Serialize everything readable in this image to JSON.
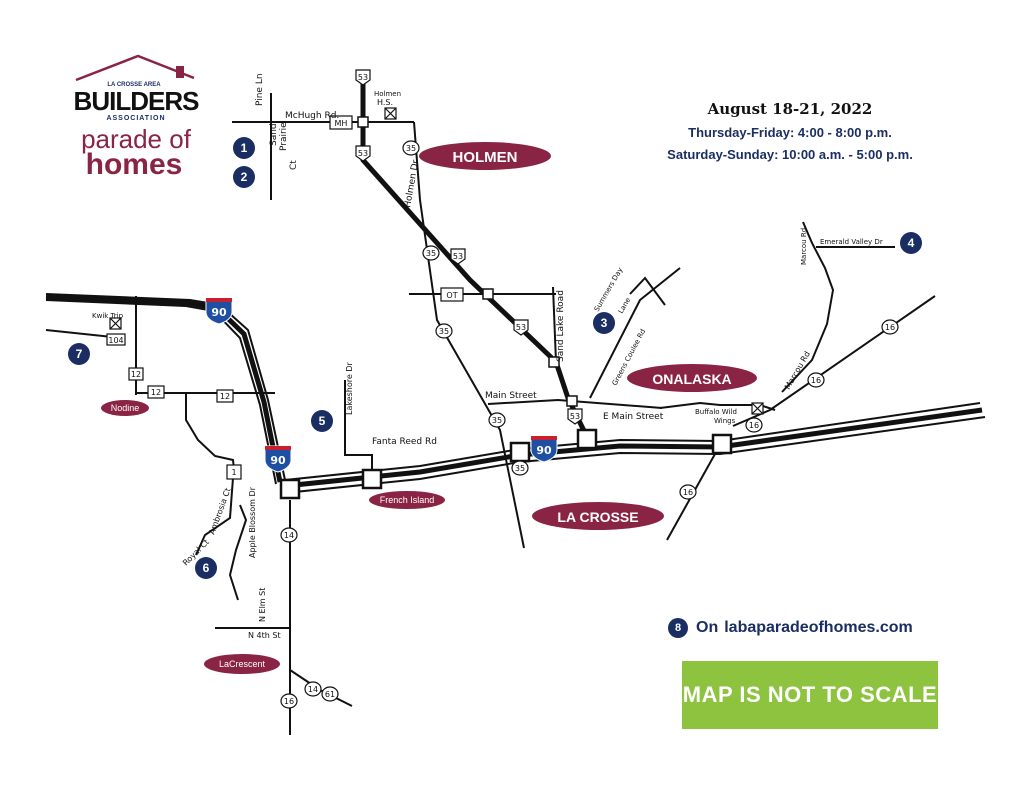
{
  "logo": {
    "top_line": "LA CROSSE AREA",
    "builders": "BUILDERS",
    "association": "ASSOCIATION",
    "parade_of": "parade of",
    "homes": "homes"
  },
  "event": {
    "dates": "August 18-21, 2022",
    "weekday_hours": "Thursday-Friday: 4:00 - 8:00 p.m.",
    "weekend_hours": "Saturday-Sunday: 10:00 a.m. - 5:00 p.m."
  },
  "online": {
    "number": "8",
    "on": "On",
    "url": "labaparadeofhomes.com"
  },
  "scale_note": "MAP IS NOT TO SCALE",
  "cities": {
    "holmen": "HOLMEN",
    "onalaska": "ONALASKA",
    "la_crosse": "LA CROSSE",
    "nodine": "Nodine",
    "french_island": "French Island",
    "lacrescent": "LaCrescent"
  },
  "streets": {
    "pine_ln": "Pine Ln",
    "mchugh": "McHugh Rd.",
    "sand_prairie_1": "Sand",
    "sand_prairie_2": "Prairie",
    "sand_prairie_3": "Ct",
    "holmen_hs_1": "Holmen",
    "holmen_hs_2": "H.S.",
    "holmen_dr": "Holmen Dr",
    "sand_lake": "Sand Lake Road",
    "main_street": "Main Street",
    "e_main_street": "E Main Street",
    "summers_day_1": "Summers Day",
    "summers_day_2": "Lane",
    "greens_coulee": "Greens Coulee Rd",
    "marcou_rd": "Marcou Rd",
    "marcou_rd_2": "Marcou Rd",
    "emerald_valley": "Emerald Valley Dr",
    "buffalo_1": "Buffalo Wild",
    "buffalo_2": "Wings",
    "kwik_trip": "Kwik Trip",
    "lakeshore": "Lakeshore Dr",
    "fanta_reed": "Fanta Reed Rd",
    "ambrosia": "Ambrosia Ct",
    "apple_blossom": "Apple Blossom Dr",
    "royal_ct": "Royal Ct",
    "n_elm": "N Elm St",
    "n_4th": "N 4th St"
  },
  "road_signs": {
    "mh": "MH",
    "ot": "OT",
    "hwy53": "53",
    "hwy35": "35",
    "hwy16": "16",
    "hwy12": "12",
    "hwy104": "104",
    "hwy14": "14",
    "hwy61": "61",
    "hwy1": "1",
    "i90": "90"
  },
  "markers": [
    "1",
    "2",
    "3",
    "4",
    "5",
    "6",
    "7"
  ],
  "colors": {
    "navy": "#1b2e63",
    "maroon": "#8a2444",
    "green": "#8dc33f",
    "interstate_red": "#c8202f",
    "interstate_blue": "#1f4fa3"
  }
}
